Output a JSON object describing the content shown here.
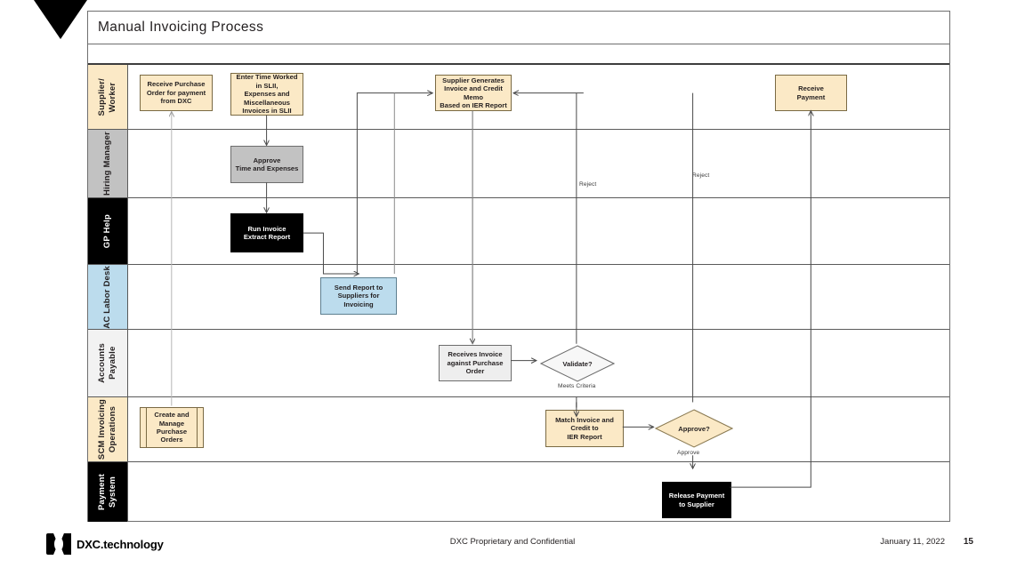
{
  "document": {
    "title": "Manual Invoicing Process",
    "corner_marker": "black-triangle"
  },
  "colors": {
    "cream": "#fbe9c6",
    "grey": "#c2c2c2",
    "black": "#000000",
    "blue": "#bcdced",
    "light_grey": "#eeeeee",
    "border": "#5a5a5a"
  },
  "lanes": [
    {
      "id": "supplier-worker",
      "label": "Supplier/\nWorker",
      "fill": "#fbe9c6",
      "text_color": "#231f20"
    },
    {
      "id": "hiring-manager",
      "label": "Hiring Manager",
      "fill": "#c2c2c2",
      "text_color": "#231f20"
    },
    {
      "id": "gp-help",
      "label": "GP Help",
      "fill": "#000000",
      "text_color": "#ffffff"
    },
    {
      "id": "ac-labor-desk",
      "label": "AC Labor Desk",
      "fill": "#bcdced",
      "text_color": "#231f20"
    },
    {
      "id": "accounts-payable",
      "label": "Accounts\nPayable",
      "fill": "#f2f2f2",
      "text_color": "#231f20"
    },
    {
      "id": "scm-invoicing",
      "label": "SCM Invoicing\nOperations",
      "fill": "#fbe9c6",
      "text_color": "#231f20"
    },
    {
      "id": "payment-system",
      "label": "Payment System",
      "fill": "#000000",
      "text_color": "#ffffff"
    }
  ],
  "nodes": [
    {
      "id": "receive-purchase-order",
      "lane": "supplier-worker",
      "label": "Receive Purchase\nOrder for payment\nfrom DXC",
      "shape": "process",
      "style": "cream"
    },
    {
      "id": "enter-time-worked",
      "lane": "supplier-worker",
      "label": "Enter Time Worked\nin SLII,\nExpenses and\nMiscellaneous\nInvoices in SLII",
      "shape": "process",
      "style": "cream"
    },
    {
      "id": "supplier-generates-invoice",
      "lane": "supplier-worker",
      "label": "Supplier Generates\nInvoice and Credit\nMemo\nBased on IER Report",
      "shape": "process",
      "style": "cream"
    },
    {
      "id": "receive-payment",
      "lane": "supplier-worker",
      "label": "Receive\nPayment",
      "shape": "process",
      "style": "cream"
    },
    {
      "id": "approve-time-expenses",
      "lane": "hiring-manager",
      "label": "Approve\nTime and Expenses",
      "shape": "process",
      "style": "grey"
    },
    {
      "id": "run-invoice-extract",
      "lane": "gp-help",
      "label": "Run Invoice\nExtract Report",
      "shape": "process",
      "style": "black"
    },
    {
      "id": "send-report-suppliers",
      "lane": "ac-labor-desk",
      "label": "Send Report to\nSuppliers for\nInvoicing",
      "shape": "process",
      "style": "blue"
    },
    {
      "id": "receives-invoice",
      "lane": "accounts-payable",
      "label": "Receives Invoice\nagainst Purchase\nOrder",
      "shape": "process",
      "style": "light"
    },
    {
      "id": "validate",
      "lane": "accounts-payable",
      "label": "Validate?",
      "shape": "decision",
      "style": "light"
    },
    {
      "id": "create-manage-po",
      "lane": "scm-invoicing",
      "label": "Create and\nManage\nPurchase\nOrders",
      "shape": "subprocess",
      "style": "cream"
    },
    {
      "id": "match-invoice-credit",
      "lane": "scm-invoicing",
      "label": "Match Invoice and\nCredit to\nIER Report",
      "shape": "process",
      "style": "cream"
    },
    {
      "id": "approve",
      "lane": "scm-invoicing",
      "label": "Approve?",
      "shape": "decision",
      "style": "cream"
    },
    {
      "id": "release-payment",
      "lane": "payment-system",
      "label": "Release Payment\nto Supplier",
      "shape": "process",
      "style": "black"
    }
  ],
  "edge_labels": [
    {
      "id": "reject-1",
      "text": "Reject"
    },
    {
      "id": "reject-2",
      "text": "Reject"
    },
    {
      "id": "meets-criteria",
      "text": "Meets Criteria"
    },
    {
      "id": "approve-label",
      "text": "Approve"
    }
  ],
  "footer": {
    "logo_text": "DXC.technology",
    "confidentiality": "DXC Proprietary and Confidential",
    "date": "January 11, 2022",
    "page_number": "15"
  }
}
